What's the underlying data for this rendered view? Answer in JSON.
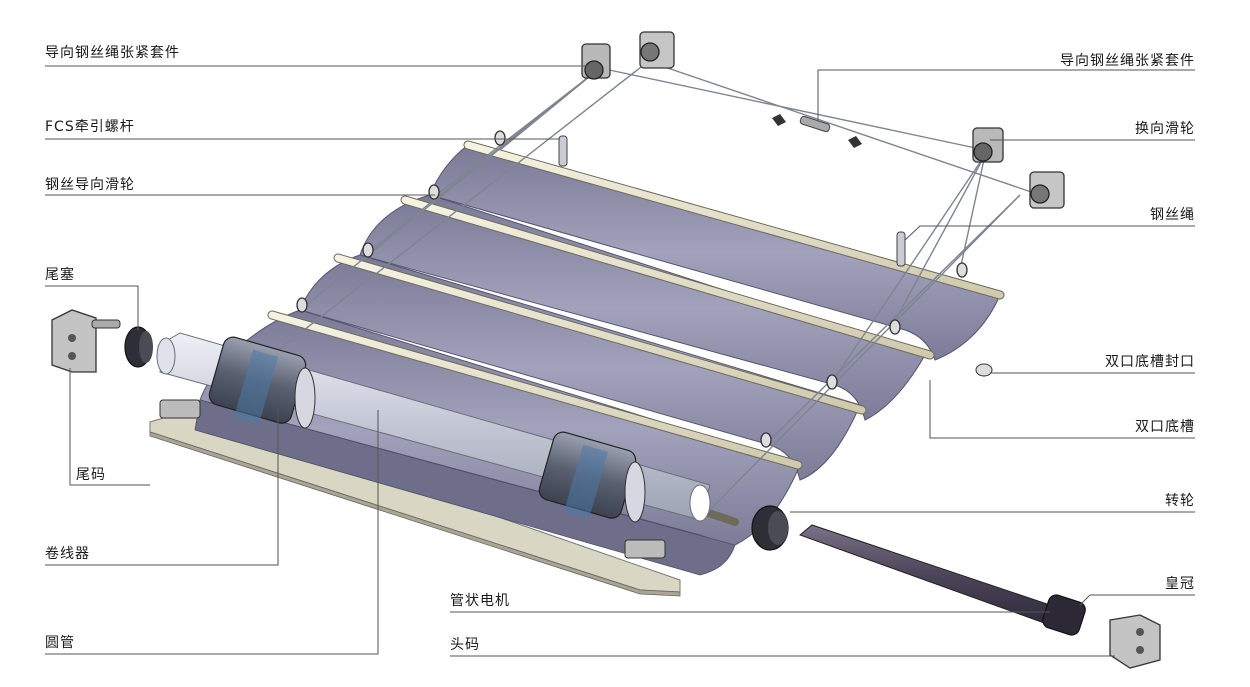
{
  "labels": {
    "tension_kit_left": "导向钢丝绳张紧套件",
    "tension_kit_right": "导向钢丝绳张紧套件",
    "fcs_screw": "FCS牵引螺杆",
    "reversing_pulley": "换向滑轮",
    "wire_guide_pulley": "钢丝导向滑轮",
    "wire_rope": "钢丝绳",
    "tail_plug": "尾塞",
    "double_groove_cap": "双口底槽封口",
    "double_groove": "双口底槽",
    "tail_bracket": "尾码",
    "drive_wheel": "转轮",
    "winder": "卷线器",
    "crown": "皇冠",
    "tubular_motor": "管状电机",
    "round_tube": "圆管",
    "head_bracket": "头码"
  },
  "colors": {
    "fabric": "#8e8ea8",
    "fabric_dark": "#6a6a86",
    "rail": "#e8e4cf",
    "tube": "#c8ccd8",
    "motor": "#4a4458",
    "metal": "#b9b9b9",
    "leader": "#555555"
  }
}
